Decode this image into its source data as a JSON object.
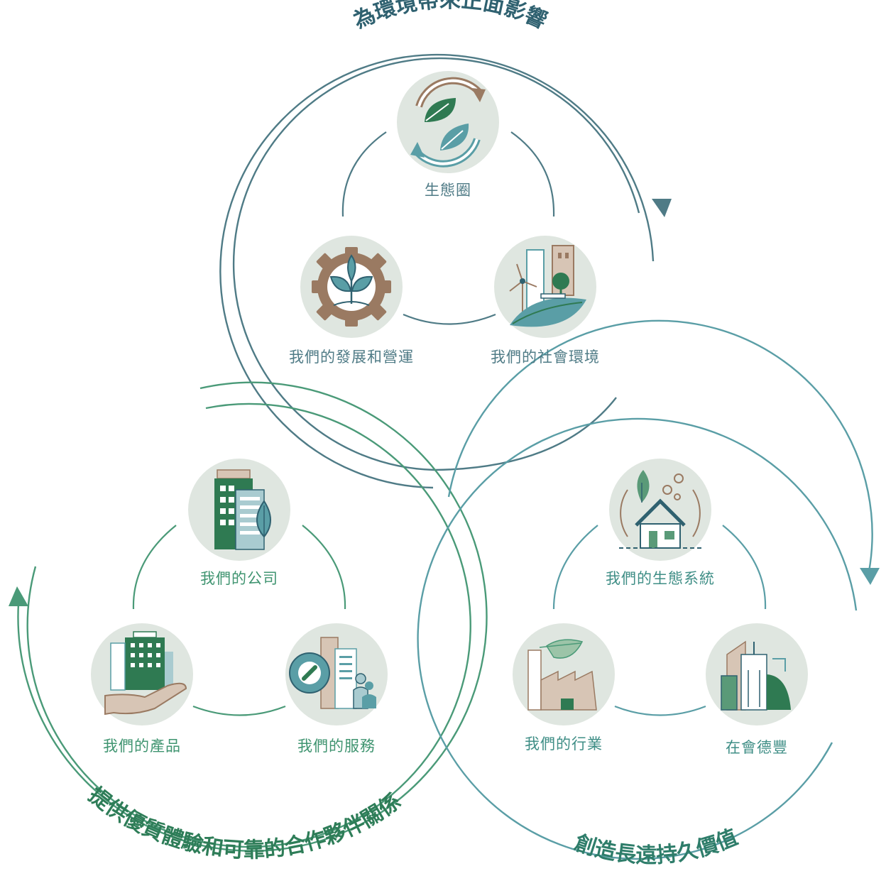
{
  "colors": {
    "top": "#4f7b86",
    "left": "#4a9a78",
    "right": "#5a9ea6",
    "top_title": "#2f6170",
    "left_title": "#2e7d58",
    "right_title": "#2e7d6a",
    "circle_bg": "#dfe6e0",
    "label_top": "#4f7b86",
    "label_left": "#3f9470",
    "label_right": "#3f8e86",
    "brown": "#9a7a62",
    "dark_green": "#2f7a52",
    "teal": "#5a9ea6",
    "beige": "#d7c5b5"
  },
  "titles": {
    "top": "為環境帶來正面影響",
    "left": "提供優質體驗和可靠的合作夥伴關係",
    "right": "創造長遠持久價值"
  },
  "nodes": {
    "top": [
      {
        "label": "生態圈",
        "icon": "ecosystem-leaves-cycle-icon"
      },
      {
        "label": "我們的發展和營運",
        "icon": "gear-sprout-icon"
      },
      {
        "label": "我們的社會環境",
        "icon": "city-park-wind-turbine-icon"
      }
    ],
    "left": [
      {
        "label": "我們的公司",
        "icon": "office-building-leaf-icon"
      },
      {
        "label": "我們的產品",
        "icon": "hand-holding-building-icon"
      },
      {
        "label": "我們的服務",
        "icon": "gear-wrench-people-icon"
      }
    ],
    "right": [
      {
        "label": "我們的生態系統",
        "icon": "house-leaf-icon"
      },
      {
        "label": "我們的行業",
        "icon": "factory-leaf-icon"
      },
      {
        "label": "在會德豐",
        "icon": "skyline-buildings-icon"
      }
    ]
  }
}
